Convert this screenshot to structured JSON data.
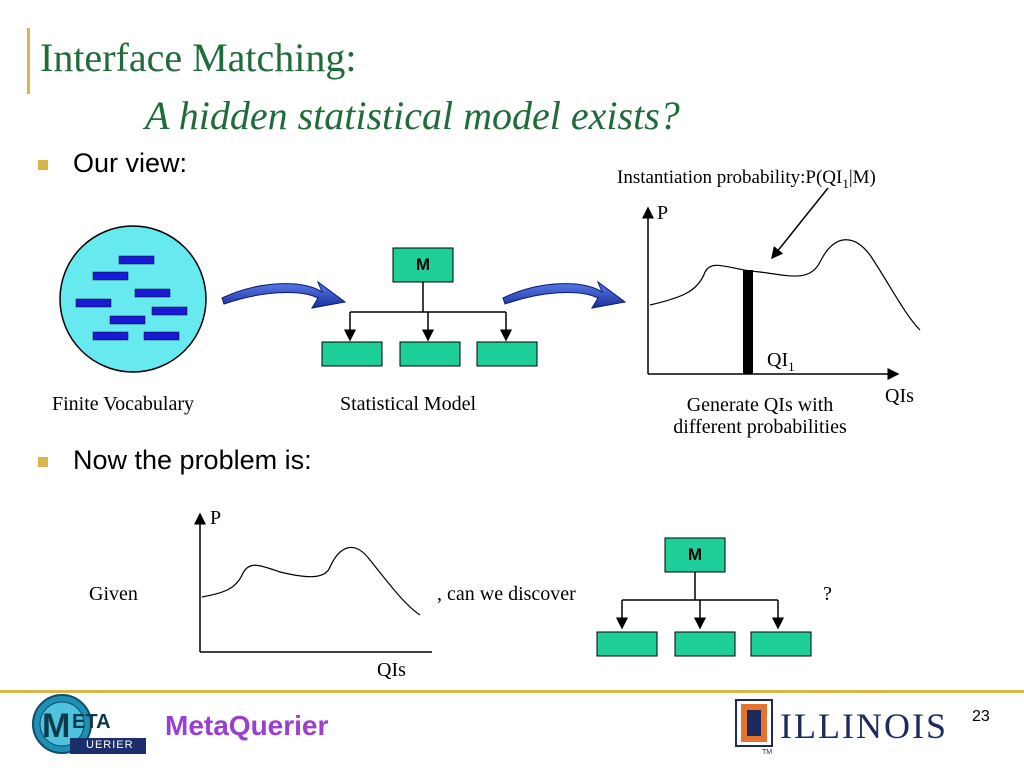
{
  "slide": {
    "title": "Interface Matching:",
    "subtitle": "A hidden statistical model exists?",
    "page_number": "23"
  },
  "bullets": [
    {
      "text": "Our view:"
    },
    {
      "text": "Now the problem is:"
    }
  ],
  "top_diagram": {
    "finite_vocabulary_label": "Finite Vocabulary",
    "statistical_model_label": "Statistical Model",
    "model_node_label": "M",
    "instantiation_label": "Instantiation probability:P(QI",
    "instantiation_sub": "1",
    "instantiation_tail": "|M)",
    "y_axis_label": "P",
    "x_axis_label": "QIs",
    "qi_label": "QI",
    "qi_sub": "1",
    "generate_caption_line1": "Generate QIs with",
    "generate_caption_line2": "different probabilities"
  },
  "bottom_diagram": {
    "given_label": "Given",
    "discover_label": ", can we discover",
    "question_mark": "?",
    "y_axis_label": "P",
    "x_axis_label": "QIs",
    "model_node_label": "M"
  },
  "footer": {
    "logo_letters": "ETA",
    "logo_sub": "UERIER",
    "brand": "MetaQuerier",
    "university": "ILLINOIS",
    "tm": "TM"
  },
  "colors": {
    "title_green": "#1f6b3a",
    "accent_gold": "#d9b54a",
    "node_teal": "#1fcf9a",
    "vocab_cyan": "#66eaf0",
    "vocab_word_blue": "#1a1ad6",
    "brand_purple": "#9b3fd4",
    "arrow_blue": "#1f3db8"
  }
}
